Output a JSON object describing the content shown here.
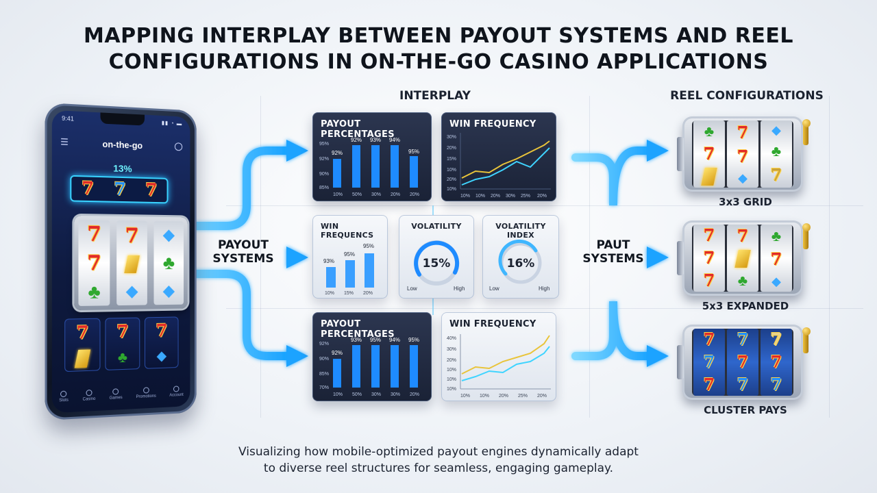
{
  "title": {
    "line1": "MAPPING INTERPLAY BETWEEN PAYOUT SYSTEMS AND REEL",
    "line2": "CONFIGURATIONS IN ON-THE-GO CASINO APPLICATIONS"
  },
  "sections": {
    "interplay": "INTERPLAY",
    "reel_configurations": "REEL CONFIGURATIONS"
  },
  "labels": {
    "payout_systems_line1": "PAYOUT",
    "payout_systems_line2": "SYSTEMS",
    "paut_systems_line1": "PAUT",
    "paut_systems_line2": "SYSTEMS"
  },
  "phone": {
    "time": "9:41",
    "app_title": "on-the-go",
    "jackpot": "13%",
    "nav": [
      "Slots",
      "Casino",
      "Games",
      "Promotions",
      "Account"
    ]
  },
  "panels": {
    "payout_top": {
      "title": "PAYOUT PERCENTAGES",
      "y_ticks": [
        "95%",
        "92%",
        "90%",
        "85%"
      ],
      "bar_labels": [
        "92%",
        "92%",
        "93%",
        "94%",
        "95%"
      ],
      "x_ticks": [
        "10%",
        "50%",
        "30%",
        "20%",
        "20%"
      ]
    },
    "win_top": {
      "title": "WIN FREQUENCY",
      "y_ticks": [
        "30%",
        "20%",
        "15%",
        "10%",
        "20%",
        "10%"
      ],
      "x_ticks": [
        "10%",
        "10%",
        "20%",
        "30%",
        "25%",
        "20%"
      ]
    },
    "win_mid": {
      "title": "WIN FREQUENCS",
      "bar_labels": [
        "93%",
        "95%",
        "95%"
      ],
      "x_ticks": [
        "10%",
        "15%",
        "20%"
      ]
    },
    "volatility": {
      "title": "VOLATILITY",
      "value": "15%",
      "low": "Low",
      "high": "High"
    },
    "volatility_index": {
      "title": "VOLATILITY INDEX",
      "value": "16%",
      "low": "Low",
      "high": "High"
    },
    "payout_bottom": {
      "title": "PAYOUT PERCENTAGES",
      "y_ticks": [
        "92%",
        "90%",
        "85%",
        "70%"
      ],
      "bar_labels": [
        "92%",
        "93%",
        "95%",
        "94%",
        "95%"
      ],
      "x_ticks": [
        "10%",
        "50%",
        "30%",
        "30%",
        "20%"
      ]
    },
    "win_bottom": {
      "title": "WIN FREQUENCY",
      "y_ticks": [
        "40%",
        "30%",
        "20%",
        "10%",
        "10%",
        "10%"
      ],
      "x_ticks": [
        "10%",
        "10%",
        "20%",
        "25%",
        "20%"
      ]
    }
  },
  "machines": {
    "grid_3x3": "3x3 GRID",
    "expanded_5x3": "5x3 EXPANDED",
    "cluster": "CLUSTER PAYS"
  },
  "caption": {
    "line1": "Visualizing how mobile-optimized payout engines dynamically adapt",
    "line2": "to diverse reel structures for seamless, engaging gameplay."
  },
  "colors": {
    "accent": "#2fb7ff",
    "bar": "#1e8bff",
    "line_yellow": "#e9c43a",
    "line_cyan": "#3fd4ff"
  }
}
